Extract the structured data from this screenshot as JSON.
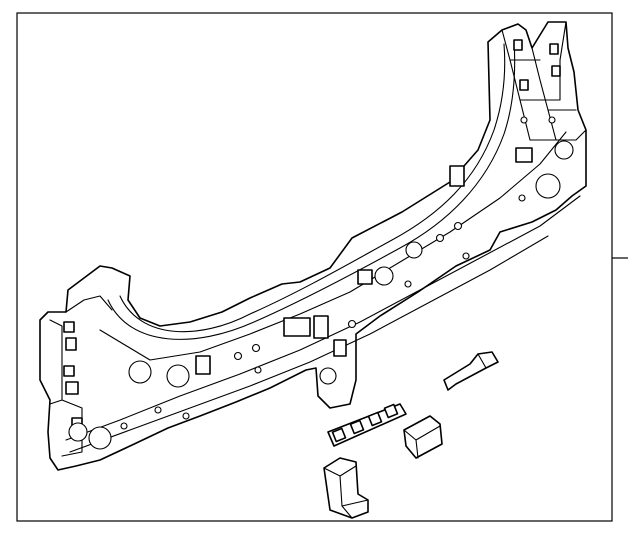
{
  "figure": {
    "description_text": "",
    "border_color": "#000000",
    "background": "#ffffff",
    "parts": [
      {
        "name": "rear-body-panel"
      },
      {
        "name": "small-bracket"
      },
      {
        "name": "clip-strip"
      },
      {
        "name": "angle-bracket"
      },
      {
        "name": "l-bracket"
      }
    ]
  }
}
